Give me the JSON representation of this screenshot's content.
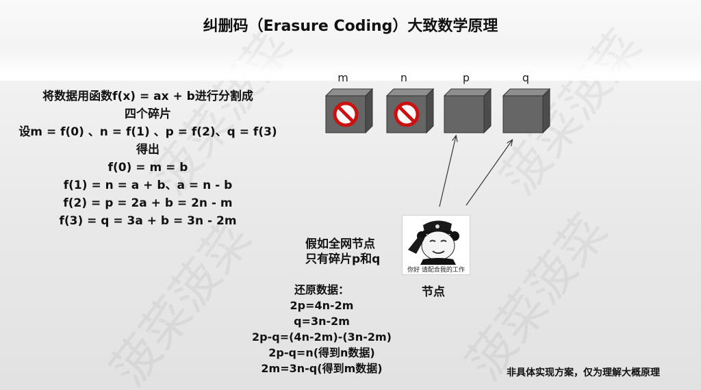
{
  "slide": {
    "title": "纠删码（Erasure Coding）大致数学原理",
    "left_lines": [
      "将数据用函数f(x) = ax + b进行分割成",
      "四个碎片",
      "设m = f(0) 、n = f(1) 、p = f(2)、q = f(3)",
      "得出",
      "f(0) = m = b",
      "f(1) = n = a + b、a = n - b",
      "f(2) = p = 2a + b = 2n - m",
      "f(3) = q = 3a + b = 3n - 2m"
    ],
    "cubes": [
      {
        "label": "m",
        "lost": true
      },
      {
        "label": "n",
        "lost": true
      },
      {
        "label": "p",
        "lost": false
      },
      {
        "label": "q",
        "lost": false
      }
    ],
    "scenario": [
      "假如全网节点",
      "只有碎片p和q"
    ],
    "meme_caption": "你好 请配合我的工作",
    "node_label": "节点",
    "restore_lines": [
      "还原数据：",
      "2p=4n-2m",
      "q=3n-2m",
      "2p-q=(4n-2m)-(3n-2m)",
      "2p-q=n(得到n数据)",
      "2m=3n-q(得到m数据)"
    ],
    "disclaimer": "非具体实现方案，仅为理解大概原理",
    "watermark": "菠菜菠菜",
    "colors": {
      "cube_face": "#666666",
      "prohibit_red": "#cc1111",
      "text": "#111111"
    }
  }
}
